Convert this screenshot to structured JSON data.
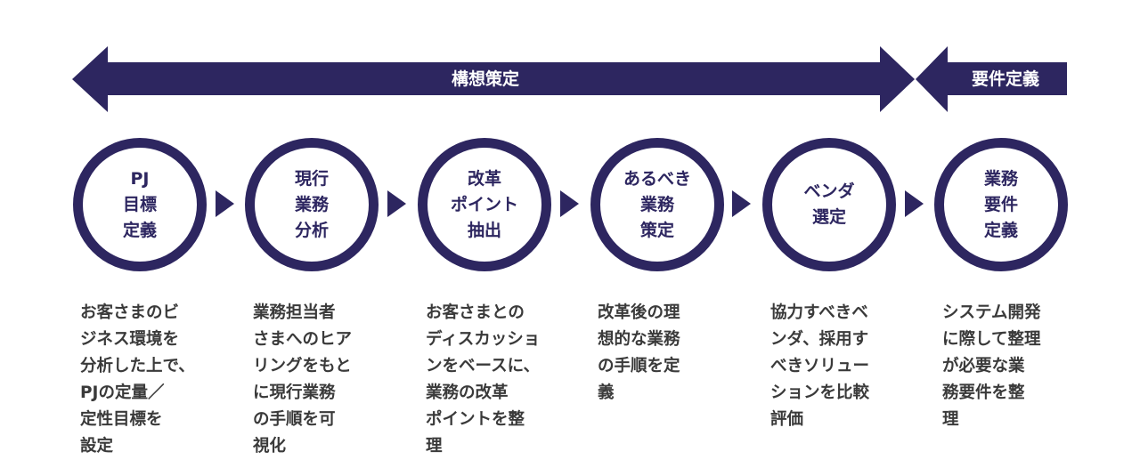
{
  "colors": {
    "primary": "#2d2660",
    "text": "#3a3a3a"
  },
  "phases": [
    {
      "label": "構想策定"
    },
    {
      "label": "要件定義"
    }
  ],
  "steps": [
    {
      "label": "PJ\n目標\n定義",
      "desc": [
        "お客さまのビ",
        "ジネス環境を",
        "分析した上で、",
        "PJの定量／",
        "定性目標を",
        "設定"
      ]
    },
    {
      "label": "現行\n業務\n分析",
      "desc": [
        "業務担当者",
        "さまへのヒア",
        "リングをもと",
        "に現行業務",
        "の手順を可",
        "視化"
      ]
    },
    {
      "label": "改革\nポイント\n抽出",
      "desc": [
        "お客さまとの",
        "ディスカッショ",
        "ンをベースに、",
        "業務の改革",
        "ポイントを整",
        "理"
      ]
    },
    {
      "label": "あるべき\n業務\n策定",
      "desc": [
        "改革後の理",
        "想的な業務",
        "の手順を定",
        "義"
      ]
    },
    {
      "label": "ベンダ\n選定",
      "desc": [
        "協力すべきベ",
        "ンダ、採用す",
        "べきソリュー",
        "ションを比較",
        "評価"
      ]
    },
    {
      "label": "業務\n要件\n定義",
      "desc": [
        "システム開発",
        "に際して整理",
        "が必要な業",
        "務要件を整",
        "理"
      ]
    }
  ]
}
